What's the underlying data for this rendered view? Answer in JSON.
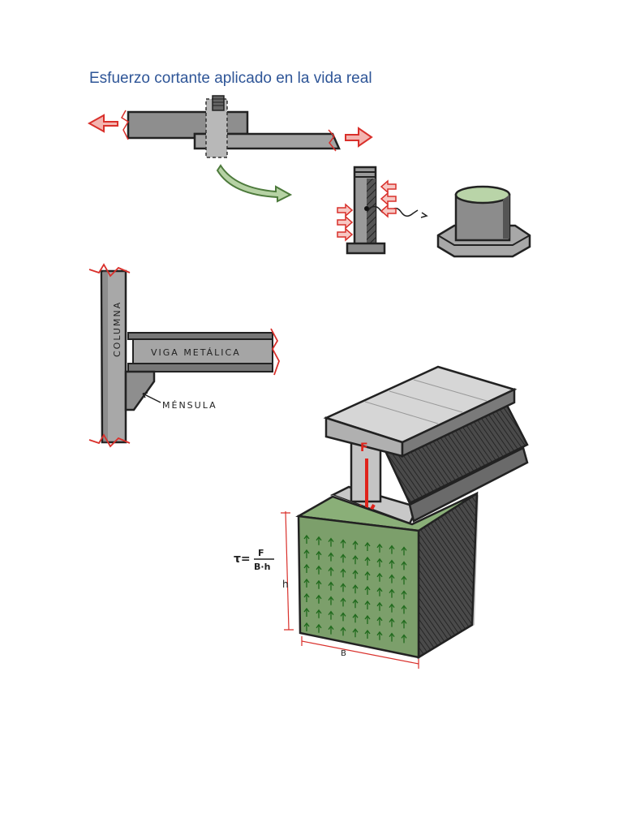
{
  "page": {
    "heading": "Esfuerzo cortante aplicado en la vida real"
  },
  "figure_bolt": {},
  "figure_beam_column": {
    "column_label": "COLUMNA",
    "beam_label": "VIGA METÁLICA",
    "bracket_label": "MÉNSULA"
  },
  "figure_ibeam_block": {
    "force_label": "F",
    "formula_lhs": "τ=",
    "formula_num": "F",
    "formula_den": "B·h",
    "height_label": "h",
    "base_label": "B"
  },
  "colors": {
    "heading": "#2e5597",
    "load_arrow": "#d9302b",
    "rotation_arrow": "#5a8a4a",
    "shear_face": "#7c9f6b",
    "steel": "#9a9a9a"
  }
}
